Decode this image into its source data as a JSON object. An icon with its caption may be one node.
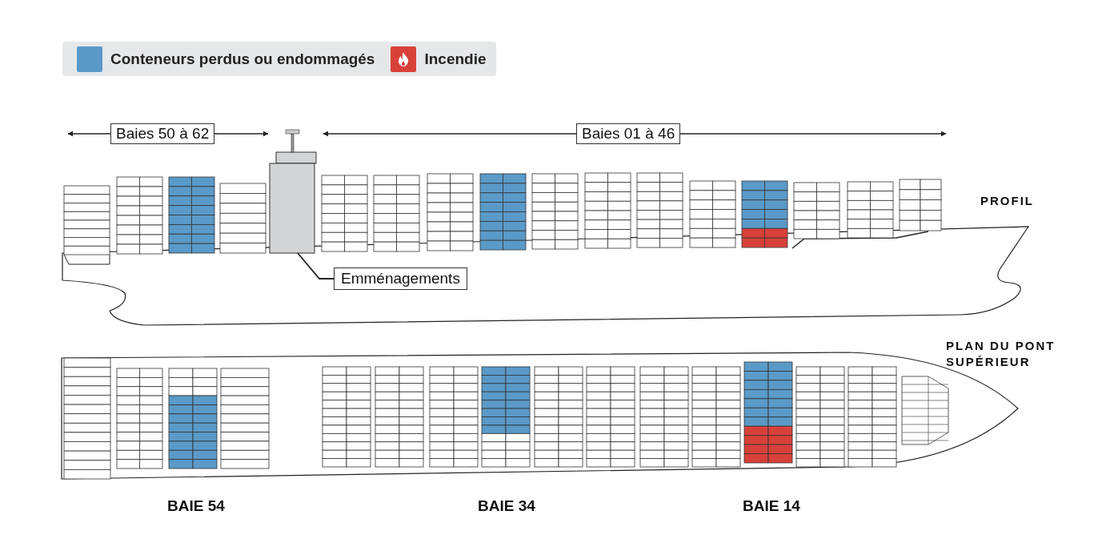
{
  "diagram": {
    "nodes": [
      {
        "text": [],
        "shape": "box"
      },
      {
        "text": [
          "Emménagements"
        ]
      }
    ],
    "edges": [
      {
        "from": 1,
        "to": 0,
        "arrow": "none"
      }
    ],
    "labels": [
      "Baies 50 à 62",
      "Baies 01 à 46",
      "PROFIL",
      "PLAN DU PONT SUPÉRIEUR",
      "BAIE 54",
      "BAIE 34",
      "BAIE 14"
    ],
    "legend": [
      {
        "text": "Conteneurs perdus ou endommagés",
        "color": "#5a9ac8"
      },
      {
        "text": "Incendie",
        "color": "#d8413a"
      }
    ]
  }
}
